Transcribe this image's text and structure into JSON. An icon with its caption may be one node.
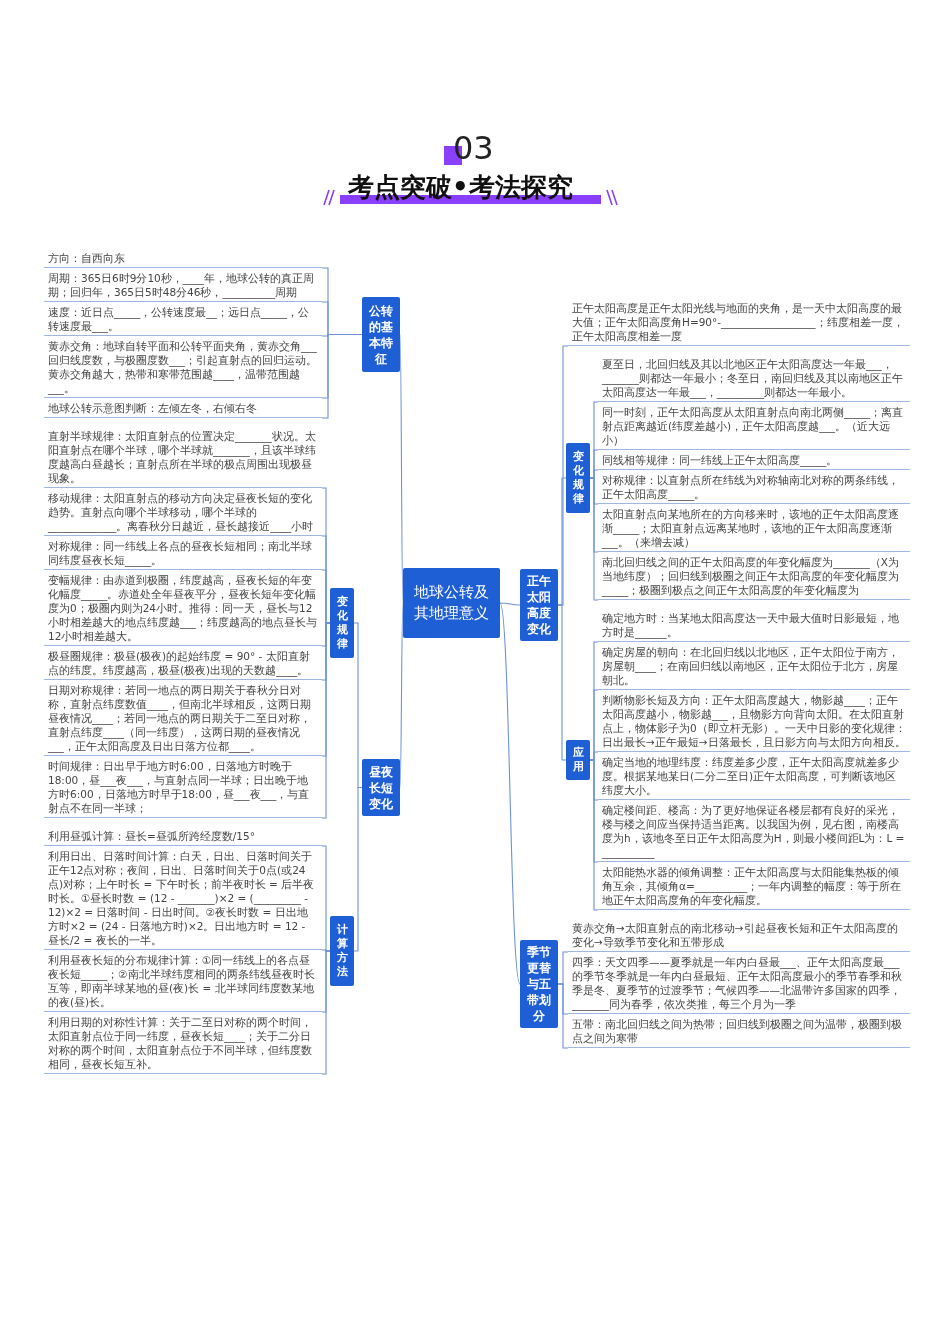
{
  "diagram": {
    "title": "考点突破•考法探究",
    "labels": [
      "03"
    ],
    "nodes": [
      {
        "text": [
          "地球公转及其地理意义"
        ]
      },
      {
        "text": [
          "公转的基本特征"
        ]
      },
      {
        "text": [
          "方向：自西向东"
        ]
      },
      {
        "text": [
          "周期：365日6时9分10秒，____年，地球公转的真正周期；回归年，365日5时48分46秒，__________周期"
        ]
      },
      {
        "text": [
          "速度：近日点_____，公转速度最__；远日点_____，公转速度最___。"
        ]
      },
      {
        "text": [
          "黄赤交角：地球自转平面和公转平面夹角，黄赤交角___回归线度数，与极圈度数___；引起直射点的回归运动。黄赤交角越大，热带和寒带范围越____，温带范围越___。"
        ]
      },
      {
        "text": [
          "地球公转示意图判断：左倾左冬，右倾右冬"
        ]
      },
      {
        "text": [
          "昼夜长短变化"
        ]
      },
      {
        "text": [
          "变化规律"
        ]
      },
      {
        "text": [
          "直射半球规律：太阳直射点的位置决定_______状况。太阳直射点在哪个半球，哪个半球就_______，且该半球纬度越高白昼越长；直射点所在半球的极点周围出现极昼现象。"
        ]
      },
      {
        "text": [
          "移动规律：太阳直射点的移动方向决定昼夜长短的变化趋势。直射点向哪个半球移动，哪个半球的_____________。离春秋分日越近，昼长越接近____小时"
        ]
      },
      {
        "text": [
          "对称规律：同一纬线上各点的昼夜长短相同；南北半球同纬度昼夜长短_____。"
        ]
      },
      {
        "text": [
          "变幅规律：由赤道到极圈，纬度越高，昼夜长短的年变化幅度_____。赤道处全年昼夜平分，昼夜长短年变化幅度为0；极圈内则为24小时。推得：同一天，昼长与12小时相差越大的地点纬度越___；纬度越高的地点昼长与12小时相差越大。"
        ]
      },
      {
        "text": [
          "极昼圈规律：极昼(极夜)的起始纬度 = 90° - 太阳直射点的纬度。纬度越高，极昼(极夜)出现的天数越____。"
        ]
      },
      {
        "text": [
          "日期对称规律：若同一地点的两日期关于春秋分日对称，直射点纬度数值____，但南北半球相反，这两日期昼夜情况____；若同一地点的两日期关于二至日对称，直射点纬度____（同一纬度），这两日期的昼夜情况___，正午太阳高度及日出日落方位都____。"
        ]
      },
      {
        "text": [
          "时间规律：日出早于地方时6:00，日落地方时晚于18:00，昼___夜___，与直射点同一半球；日出晚于地方时6:00，日落地方时早于18:00，昼___夜___，与直射点不在同一半球；"
        ]
      },
      {
        "text": [
          "计算方法"
        ]
      },
      {
        "text": [
          "利用昼弧计算：昼长=昼弧所跨经度数/15°"
        ]
      },
      {
        "text": [
          "利用日出、日落时间计算：白天，日出、日落时间关于正午12点对称；夜间，日出、日落时间关于0点(或24点)对称；上午时长 = 下午时长；前半夜时长 = 后半夜时长。①昼长时数 = (12 - _______)×2 = (_________ - 12)×2 = 日落时间 - 日出时间。②夜长时数 = 日出地方时×2 = (24 - 日落地方时)×2。日出地方时 = 12 - 昼长/2 = 夜长的一半。"
        ]
      },
      {
        "text": [
          "利用昼夜长短的分布规律计算：①同一纬线上的各点昼夜长短_____；②南北半球纬度相同的两条纬线昼夜时长互等，即南半球某地的昼(夜)长 = 北半球同纬度数某地的夜(昼)长。"
        ]
      },
      {
        "text": [
          "利用日期的对称性计算：关于二至日对称的两个时间，太阳直射点位于同一纬度，昼夜长短____；关于二分日对称的两个时间，太阳直射点位于不同半球，但纬度数相同，昼夜长短互补。"
        ]
      },
      {
        "text": [
          "正午太阳高度变化"
        ]
      },
      {
        "text": [
          "正午太阳高度是正午太阳光线与地面的夹角，是一天中太阳高度的最大值；正午太阳高度角H=90°-__________________；纬度相差一度，正午太阳高度相差一度"
        ]
      },
      {
        "text": [
          "变化规律"
        ]
      },
      {
        "text": [
          "夏至日，北回归线及其以北地区正午太阳高度达一年最___，_______则都达一年最小；冬至日，南回归线及其以南地区正午太阳高度达一年最___，_________则都达一年最小。"
        ]
      },
      {
        "text": [
          "同一时刻，正午太阳高度从太阳直射点向南北两侧_____；离直射点距离越近(纬度差越小)，正午太阳高度越___。（近大远小）"
        ]
      },
      {
        "text": [
          "同线相等规律：同一纬线上正午太阳高度_____。"
        ]
      },
      {
        "text": [
          "对称规律：以直射点所在纬线为对称轴南北对称的两条纬线，正午太阳高度_____。"
        ]
      },
      {
        "text": [
          "太阳直射点向某地所在的方向移来时，该地的正午太阳高度逐渐_____；太阳直射点远离某地时，该地的正午太阳高度逐渐___。（来增去减）"
        ]
      },
      {
        "text": [
          "南北回归线之间的正午太阳高度的年变化幅度为_______（X为当地纬度）；回归线到极圈之间正午太阳高度的年变化幅度为_____；极圈到极点之间正午太阳高度的年变化幅度为"
        ]
      },
      {
        "text": [
          "应用"
        ]
      },
      {
        "text": [
          "确定地方时：当某地太阳高度达一天中最大值时日影最短，地方时是______。"
        ]
      },
      {
        "text": [
          "确定房屋的朝向：在北回归线以北地区，正午太阳位于南方，房屋朝____；在南回归线以南地区，正午太阳位于北方，房屋朝北。"
        ]
      },
      {
        "text": [
          "判断物影长短及方向：正午太阳高度越大，物影越____；正午太阳高度越小，物影越___，且物影方向背向太阳。在太阳直射点上，物体影子为0（即立杆无影）。一天中日影的变化规律：日出最长→正午最短→日落最长，且日影方向与太阳方向相反。"
        ]
      },
      {
        "text": [
          "确定当地的地理纬度：纬度差多少度，正午太阳高度就差多少度。根据某地某日(二分二至日)正午太阳高度，可判断该地区纬度大小。"
        ]
      },
      {
        "text": [
          "确定楼间距、楼高：为了更好地保证各楼层都有良好的采光，楼与楼之间应当保持适当距离。以我国为例，见右图，南楼高度为h，该地冬至日正午太阳高度为H，则最小楼间距L为：L = __________"
        ]
      },
      {
        "text": [
          "太阳能热水器的倾角调整：正午太阳高度与太阳能集热板的倾角互余，其倾角α=__________；一年内调整的幅度：等于所在地正午太阳高度角的年变化幅度。"
        ]
      },
      {
        "text": [
          "季节更替与五带划分"
        ]
      },
      {
        "text": [
          "黄赤交角→太阳直射点的南北移动→引起昼夜长短和正午太阳高度的变化→导致季节变化和五带形成"
        ]
      },
      {
        "text": [
          "四季：天文四季——夏季就是一年内白昼最___、正午太阳高度最___的季节冬季就是一年内白昼最短、正午太阳高度最小的季节春季和秋季是冬、夏季节的过渡季节；气候四季——北温带许多国家的四季，_______同为春季，依次类推，每三个月为一季"
        ]
      },
      {
        "text": [
          "五带：南北回归线之间为热带；回归线到极圈之间为温带，极圈到极点之间为寒带"
        ]
      }
    ],
    "edges": [
      {
        "from": 0,
        "to": 1,
        "arrow": "none"
      },
      {
        "from": 0,
        "to": 7,
        "arrow": "none"
      },
      {
        "from": 0,
        "to": 21,
        "arrow": "none"
      },
      {
        "from": 0,
        "to": 37,
        "arrow": "none"
      },
      {
        "from": 1,
        "to": 2,
        "arrow": "none"
      },
      {
        "from": 1,
        "to": 3,
        "arrow": "none"
      },
      {
        "from": 1,
        "to": 4,
        "arrow": "none"
      },
      {
        "from": 1,
        "to": 5,
        "arrow": "none"
      },
      {
        "from": 1,
        "to": 6,
        "arrow": "none"
      },
      {
        "from": 7,
        "to": 8,
        "arrow": "none"
      },
      {
        "from": 7,
        "to": 16,
        "arrow": "none"
      },
      {
        "from": 8,
        "to": 9,
        "arrow": "none"
      },
      {
        "from": 8,
        "to": 10,
        "arrow": "none"
      },
      {
        "from": 8,
        "to": 11,
        "arrow": "none"
      },
      {
        "from": 8,
        "to": 12,
        "arrow": "none"
      },
      {
        "from": 8,
        "to": 13,
        "arrow": "none"
      },
      {
        "from": 8,
        "to": 14,
        "arrow": "none"
      },
      {
        "from": 8,
        "to": 15,
        "arrow": "none"
      },
      {
        "from": 16,
        "to": 17,
        "arrow": "none"
      },
      {
        "from": 16,
        "to": 18,
        "arrow": "none"
      },
      {
        "from": 16,
        "to": 19,
        "arrow": "none"
      },
      {
        "from": 16,
        "to": 20,
        "arrow": "none"
      },
      {
        "from": 21,
        "to": 22,
        "arrow": "none"
      },
      {
        "from": 21,
        "to": 23,
        "arrow": "none"
      },
      {
        "from": 21,
        "to": 30,
        "arrow": "none"
      },
      {
        "from": 23,
        "to": 24,
        "arrow": "none"
      },
      {
        "from": 23,
        "to": 25,
        "arrow": "none"
      },
      {
        "from": 23,
        "to": 26,
        "arrow": "none"
      },
      {
        "from": 23,
        "to": 27,
        "arrow": "none"
      },
      {
        "from": 23,
        "to": 28,
        "arrow": "none"
      },
      {
        "from": 23,
        "to": 29,
        "arrow": "none"
      },
      {
        "from": 30,
        "to": 31,
        "arrow": "none"
      },
      {
        "from": 30,
        "to": 32,
        "arrow": "none"
      },
      {
        "from": 30,
        "to": 33,
        "arrow": "none"
      },
      {
        "from": 30,
        "to": 34,
        "arrow": "none"
      },
      {
        "from": 30,
        "to": 35,
        "arrow": "none"
      },
      {
        "from": 30,
        "to": 36,
        "arrow": "none"
      },
      {
        "from": 37,
        "to": 38,
        "arrow": "none"
      },
      {
        "from": 37,
        "to": 39,
        "arrow": "none"
      },
      {
        "from": 37,
        "to": 40,
        "arrow": "none"
      }
    ]
  }
}
